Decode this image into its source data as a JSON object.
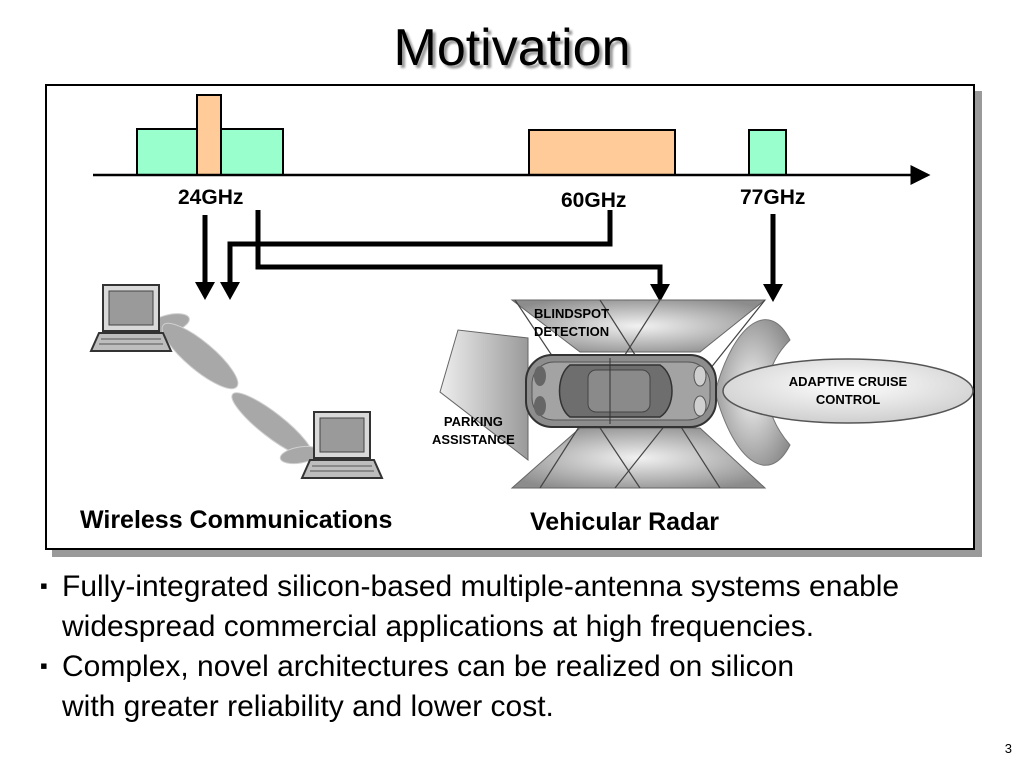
{
  "title": "Motivation",
  "spectrum": {
    "bands": [
      "24GHz",
      "60GHz",
      "77GHz"
    ]
  },
  "labels": {
    "blindspot": [
      "BLINDSPOT",
      "DETECTION"
    ],
    "parking": [
      "PARKING",
      "ASSISTANCE"
    ],
    "cruise": [
      "ADAPTIVE CRUISE",
      "CONTROL"
    ]
  },
  "applications": {
    "wireless": "Wireless Communications",
    "radar": "Vehicular Radar"
  },
  "bullets": [
    {
      "marker": "▪",
      "line1": "Fully-integrated silicon-based multiple-antenna systems enable",
      "line2": "widespread commercial applications at high frequencies."
    },
    {
      "marker": "▪",
      "line1": "Complex, novel architectures can be realized on silicon",
      "line2": "with greater reliability and lower cost."
    }
  ],
  "page_number": "3",
  "colors": {
    "green_band": "#99ffcc",
    "peach_band": "#ffcc99",
    "gray_lobe": "#b0b0b0"
  }
}
